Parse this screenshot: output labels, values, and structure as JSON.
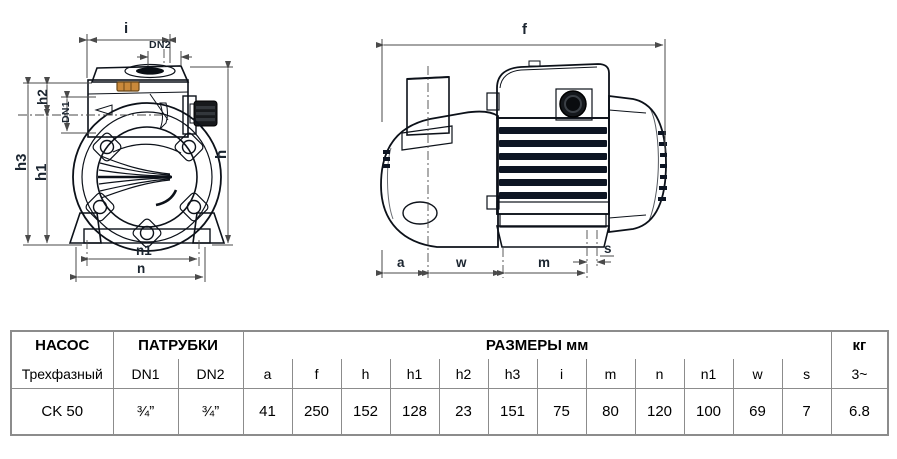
{
  "drawing": {
    "front_view": {
      "dims": {
        "i": "i",
        "dn2": "DN2",
        "h2": "h2",
        "dn1": "DN1",
        "h3": "h3",
        "h1": "h1",
        "h": "h",
        "n1": "n1",
        "n": "n"
      }
    },
    "side_view": {
      "dims": {
        "f": "f",
        "a": "a",
        "w": "w",
        "m": "m",
        "s": "s"
      }
    },
    "colors": {
      "body_blue": "#3d6fa5",
      "body_dark": "#2a517f",
      "body_light": "#7fa8cd",
      "outline": "#0c1119",
      "brass_plug": "#c9893b",
      "dimension_line": "#4a4a4a",
      "label_text": "#1b2530"
    }
  },
  "table": {
    "header": {
      "pump_group": "НАСОС",
      "pump_sub": "Трехфазный",
      "ports_group": "ПАТРУБКИ",
      "ports_sub": [
        "DN1",
        "DN2"
      ],
      "dimensions_group": "РАЗМЕРЫ мм",
      "dim_sub": [
        "a",
        "f",
        "h",
        "h1",
        "h2",
        "h3",
        "i",
        "m",
        "n",
        "n1",
        "w",
        "s"
      ],
      "weight_group": "кг",
      "weight_sub": "3~"
    },
    "row": {
      "model": "CK 50",
      "dn1": "¾”",
      "dn2": "¾”",
      "dims": [
        "41",
        "250",
        "152",
        "128",
        "23",
        "151",
        "75",
        "80",
        "120",
        "100",
        "69",
        "7"
      ],
      "weight": "6.8"
    }
  }
}
